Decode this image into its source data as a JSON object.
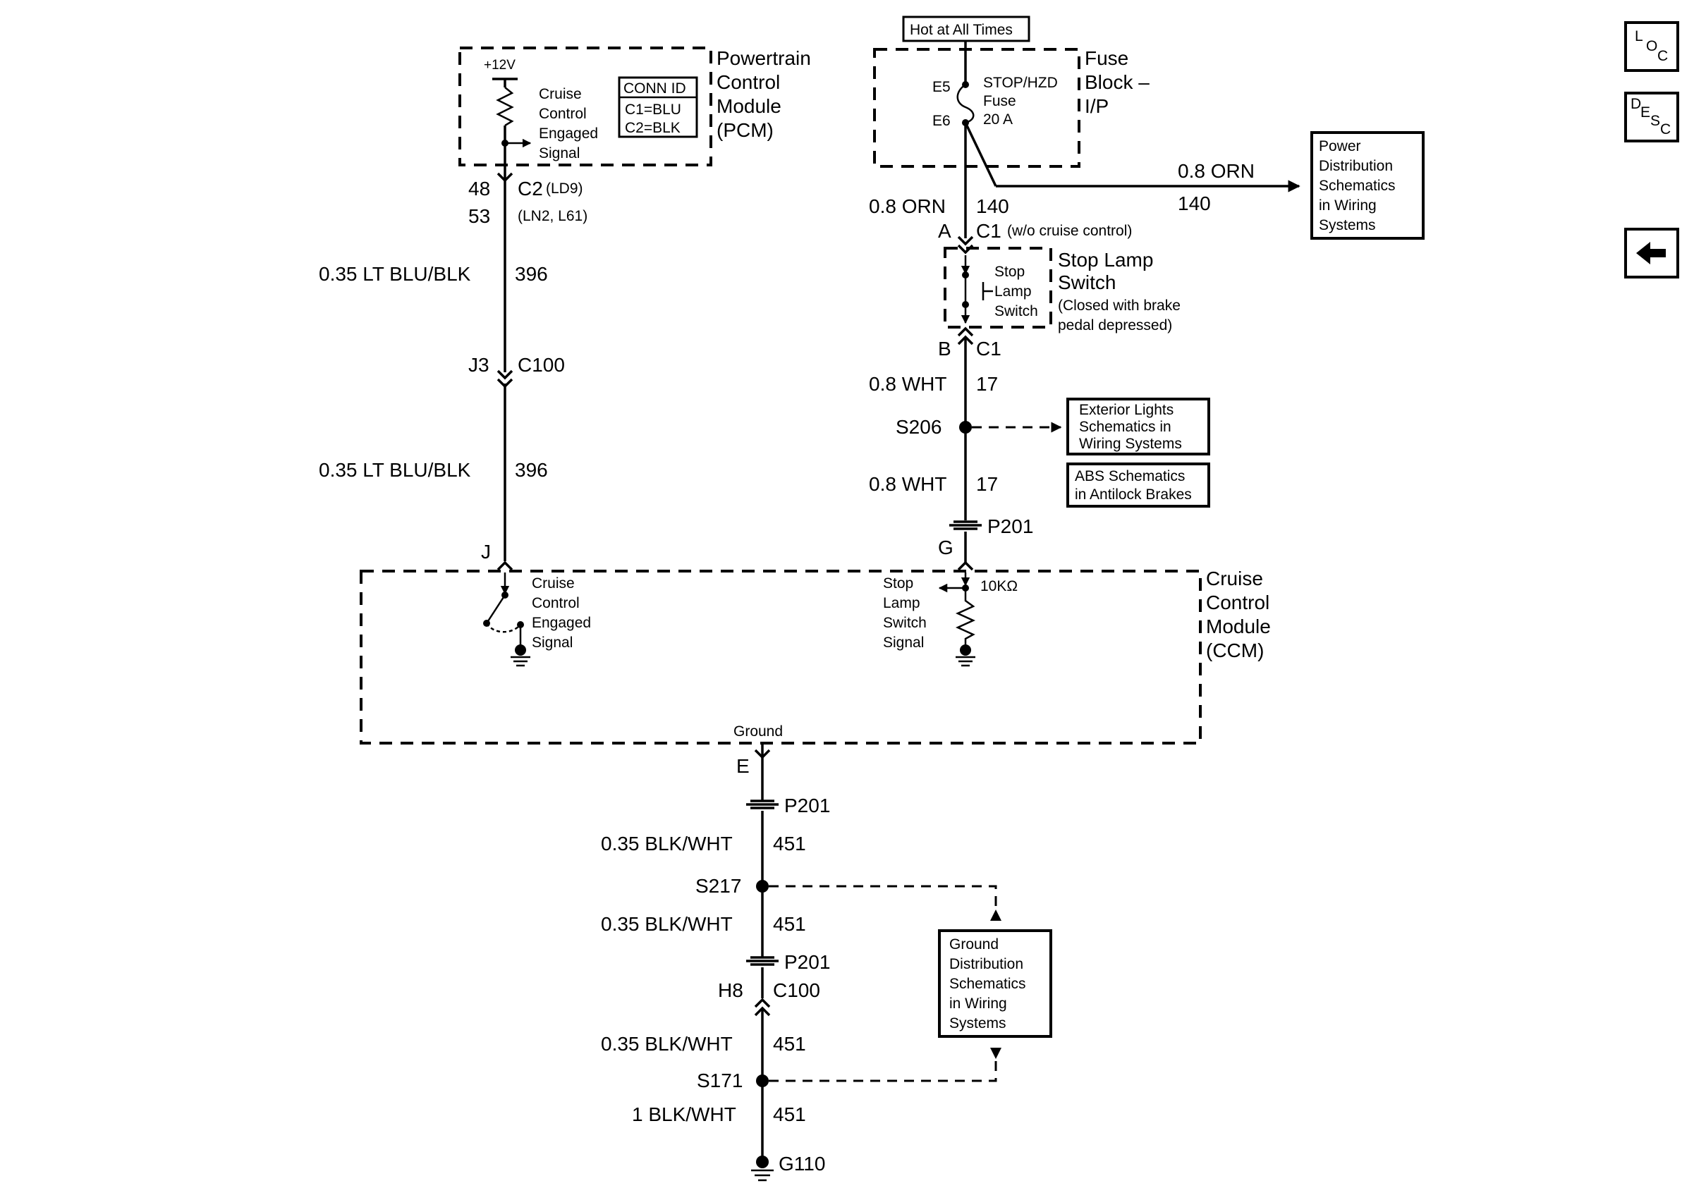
{
  "nav": {
    "loc": {
      "l": "L",
      "o": "O",
      "c": "C"
    },
    "desc": {
      "d": "D",
      "e": "E",
      "s": "S",
      "c": "C"
    }
  },
  "pcm": {
    "title": [
      "Powertrain",
      "Control",
      "Module",
      "(PCM)"
    ],
    "voltage": "+12V",
    "signal": [
      "Cruise",
      "Control",
      "Engaged",
      "Signal"
    ],
    "conn_id": [
      "CONN ID",
      "C1=BLU",
      "C2=BLK"
    ],
    "pin_1": "48",
    "pin_2": "53",
    "conn": "C2",
    "conn_note_1": "(LD9)",
    "conn_note_2": "(LN2, L61)"
  },
  "left_wire": {
    "seg1_label": "0.35 LT BLU/BLK",
    "seg1_circuit": "396",
    "inline_pin": "J3",
    "inline_conn": "C100",
    "seg2_label": "0.35 LT BLU/BLK",
    "seg2_circuit": "396",
    "ccm_pin": "J"
  },
  "fuse_block": {
    "hot_label": "Hot at All Times",
    "title": [
      "Fuse",
      "Block –",
      "I/P"
    ],
    "e5": "E5",
    "e6": "E6",
    "fuse": [
      "STOP/HZD",
      "Fuse",
      "20 A"
    ]
  },
  "power_dist": {
    "wire_label": "0.8 ORN",
    "circuit": "140",
    "box": [
      "Power",
      "Distribution",
      "Schematics",
      "in Wiring",
      "Systems"
    ]
  },
  "right_wire": {
    "seg1_label": "0.8 ORN",
    "seg1_circuit": "140",
    "pin_a": "A",
    "conn_c1": "C1",
    "c1_note": "(w/o cruise control)",
    "stop_switch_title": [
      "Stop Lamp",
      "Switch"
    ],
    "stop_switch_note": [
      "(Closed with brake",
      "pedal depressed)"
    ],
    "stop_switch_inner": [
      "Stop",
      "Lamp",
      "Switch"
    ],
    "pin_b": "B",
    "conn_c1b": "C1",
    "seg2_label": "0.8 WHT",
    "seg2_circuit": "17",
    "splice": "S206",
    "ext_box": [
      "Exterior Lights",
      "Schematics in",
      "Wiring Systems"
    ],
    "abs_box": [
      "ABS Schematics",
      "in Antilock Brakes"
    ],
    "seg3_label": "0.8 WHT",
    "seg3_circuit": "17",
    "p201": "P201",
    "pin_g": "G"
  },
  "ccm": {
    "title": [
      "Cruise",
      "Control",
      "Module",
      "(CCM)"
    ],
    "engaged": [
      "Cruise",
      "Control",
      "Engaged",
      "Signal"
    ],
    "stop_signal": [
      "Stop",
      "Lamp",
      "Switch",
      "Signal"
    ],
    "resistor": "10KΩ",
    "ground_label": "Ground"
  },
  "ground_wire": {
    "pin_e": "E",
    "p201_a": "P201",
    "seg1_label": "0.35 BLK/WHT",
    "seg1_circuit": "451",
    "s217": "S217",
    "seg2_label": "0.35 BLK/WHT",
    "seg2_circuit": "451",
    "p201_b": "P201",
    "h8": "H8",
    "c100": "C100",
    "seg3_label": "0.35 BLK/WHT",
    "seg3_circuit": "451",
    "s171": "S171",
    "seg4_label": "1 BLK/WHT",
    "seg4_circuit": "451",
    "g110": "G110",
    "gnd_box": [
      "Ground",
      "Distribution",
      "Schematics",
      "in Wiring",
      "Systems"
    ]
  }
}
